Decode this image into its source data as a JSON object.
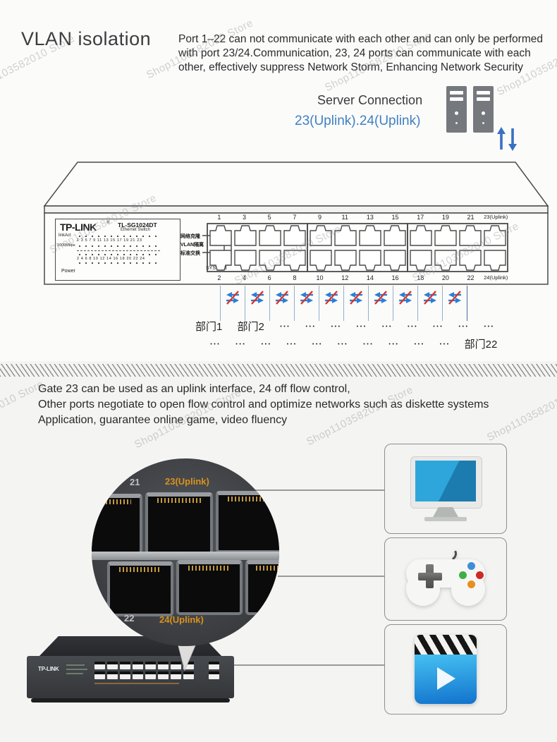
{
  "watermark": "Shop1103582010 Store",
  "header": {
    "title": "VLAN isolation",
    "description": "Port 1–22 can not communicate with each other and can only be performed with port 23/24.Communication, 23, 24 ports can communicate with each other, effectively suppress Network Storm, Enhancing Network Security"
  },
  "server": {
    "label": "Server Connection",
    "uplink_ports": "23(Uplink).24(Uplink)"
  },
  "switch_panel": {
    "brand": "TP-LINK",
    "reg": "®",
    "model": "TL-SG1024DT",
    "model_sub": "Ethernet Switch",
    "link_label": "linkAct",
    "odd_leds": "1 3 5 7 9 11 13 15 17 19 21 23",
    "speed_label": "1000Mbps",
    "even_leds": "2 4 6 8 10 12 14 16 18 20 22 24",
    "power_label": "Power",
    "sys_modes": [
      "网络克隆",
      "VLAN隔离",
      "标准交换"
    ],
    "sys_mode_label": "SYS Mod",
    "ports_top": [
      "1",
      "3",
      "5",
      "7",
      "9",
      "11",
      "13",
      "15",
      "17",
      "19",
      "21",
      "23(Uplink)"
    ],
    "ports_bottom": [
      "2",
      "4",
      "6",
      "8",
      "10",
      "12",
      "14",
      "16",
      "18",
      "20",
      "22",
      "24(Uplink)"
    ]
  },
  "isolation": {
    "dept_row1": "部门1 部门2 ⋯ ⋯ ⋯ ⋯ ⋯ ⋯ ⋯ ⋯ ⋯",
    "dept_row2": "⋯ ⋯ ⋯ ⋯ ⋯ ⋯ ⋯ ⋯ ⋯ ⋯ 部门22"
  },
  "flow_section": {
    "lines": [
      "Gate 23 can be used as an uplink interface, 24 off flow control,",
      "Other ports negotiate to open flow control and optimize networks such as diskette systems",
      "Application, guarantee online game, video fluency"
    ]
  },
  "closeup": {
    "port21": "21",
    "port23": "23(Uplink)",
    "port22": "22",
    "port24": "24(Uplink)"
  },
  "product": {
    "brand": "TP-LINK"
  },
  "colors": {
    "uplink_blue": "#3f80c2",
    "orange_label": "#d8921d",
    "arrow_blue": "#2b7fd4",
    "slash_red": "#d8352a"
  }
}
